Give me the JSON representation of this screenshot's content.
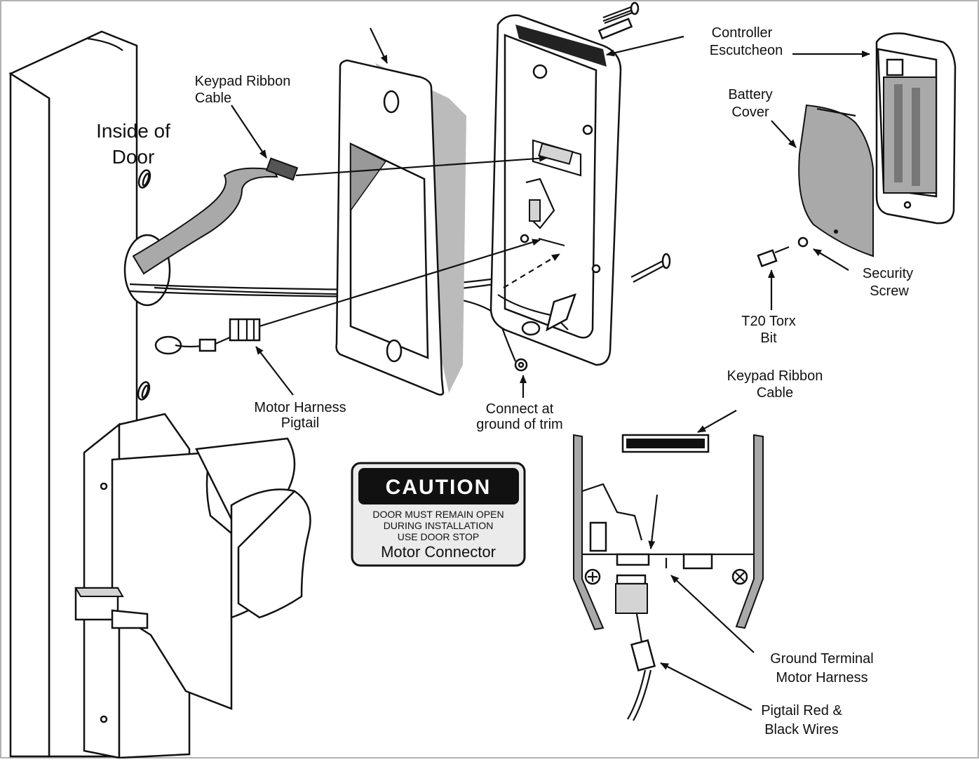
{
  "labels": {
    "inside_of_door": [
      "Inside of",
      "Door"
    ],
    "keypad_ribbon_cable_top": [
      "Keypad Ribbon",
      "Cable"
    ],
    "controller_escutcheon": [
      "Controller",
      "Escutcheon"
    ],
    "battery_cover": [
      "Battery",
      "Cover"
    ],
    "security_screw": [
      "Security",
      "Screw"
    ],
    "t20_torx_bit": [
      "T20 Torx",
      "Bit"
    ],
    "motor_harness_pigtail": [
      "Motor Harness",
      "Pigtail"
    ],
    "connect_ground": [
      "Connect at",
      "ground of trim"
    ],
    "keypad_ribbon_cable_bottom": [
      "Keypad Ribbon",
      "Cable"
    ],
    "ground_terminal": [
      "Ground Terminal",
      "Motor Harness"
    ],
    "pigtail_wires": [
      "Pigtail Red &",
      "Black Wires"
    ]
  },
  "caution": {
    "title": "CAUTION",
    "lines": [
      "DOOR MUST REMAIN OPEN",
      "DURING INSTALLATION",
      "USE DOOR STOP"
    ],
    "footer": "Motor Connector"
  },
  "colors": {
    "ink": "#111111",
    "cable_gray": "#a9a9a9",
    "light_gray": "#d4d4d4"
  }
}
